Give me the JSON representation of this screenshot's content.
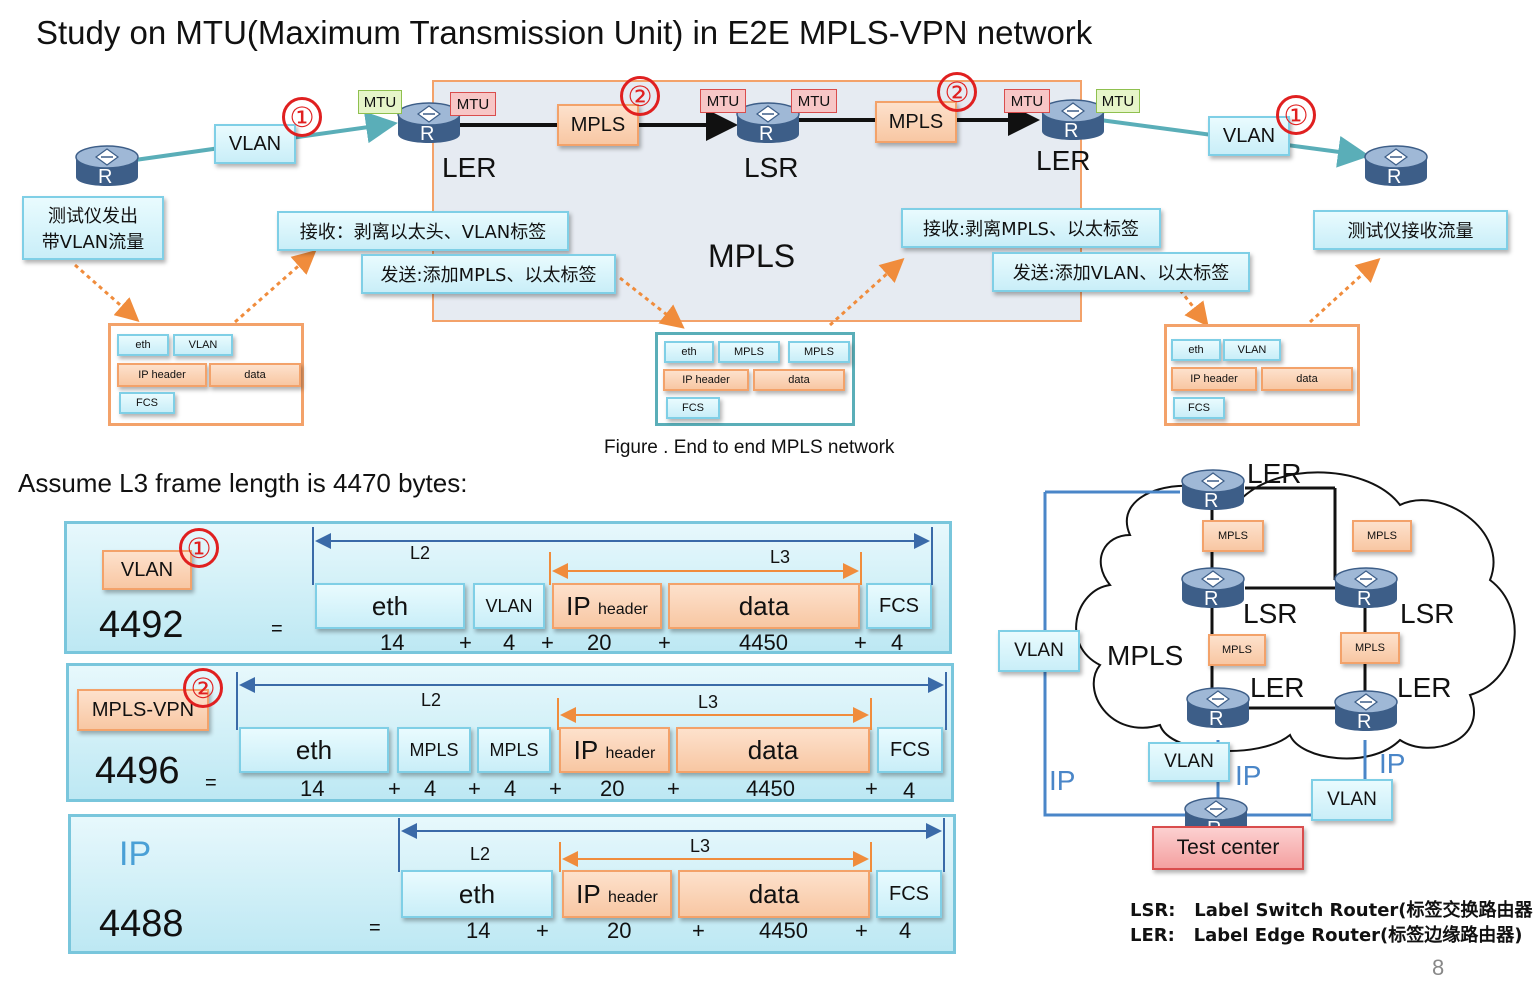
{
  "title": "Study on MTU(Maximum Transmission Unit) in E2E MPLS-VPN network",
  "mtu": "MTU",
  "vlan": "VLAN",
  "mpls": "MPLS",
  "router_letter": "R",
  "ler": "LER",
  "lsr": "LSR",
  "circle1": "①",
  "circle2": "②",
  "note_send_vlan": "测试仪发出\n带VLAN流量",
  "note_recv_strip_vlan": "接收：剥离以太头、VLAN标签",
  "note_send_add_mpls": "发送:添加MPLS、以太标签",
  "note_recv_strip_mpls": "接收:剥离MPLS、以太标签",
  "note_send_add_vlan": "发送:添加VLAN、以太标签",
  "note_recv_traffic": "测试仪接收流量",
  "pkt": {
    "eth": "eth",
    "vlan": "VLAN",
    "mpls": "MPLS",
    "ip_header": "IP header",
    "data": "data",
    "fcs": "FCS"
  },
  "figure_caption": "Figure . End to end MPLS network",
  "assume": "Assume L3 frame length is 4470 bytes:",
  "rows": [
    {
      "name": "VLAN",
      "total": "4492",
      "eq": "=",
      "l2": "L2",
      "l3": "L3"
    },
    {
      "name": "MPLS-VPN",
      "total": "4496",
      "eq": "=",
      "l2": "L2",
      "l3": "L3"
    },
    {
      "name": "IP",
      "total": "4488",
      "eq": "=",
      "l2": "L2",
      "l3": "L3"
    }
  ],
  "cells": {
    "eth": "eth",
    "vlan": "VLAN",
    "mpls": "MPLS",
    "ip": "IP",
    "header": "header",
    "data": "data",
    "fcs": "FCS"
  },
  "nums": {
    "eth": "14",
    "vlan": "4",
    "mpls": "4",
    "ip": "20",
    "data": "4450",
    "fcs": "4",
    "plus": "+"
  },
  "topo": {
    "ip": "IP",
    "test_center": "Test center",
    "mpls": "MPLS"
  },
  "legend_lsr": "LSR:   Label Switch Router(标签交换路由器)",
  "legend_ler": "LER:   Label Edge Router(标签边缘路由器)",
  "page_number": "8",
  "colors": {
    "accent_blue": "#7fcfe6",
    "accent_orange": "#f3a26a",
    "red": "#e02020",
    "ip_blue": "#4a86c8"
  }
}
